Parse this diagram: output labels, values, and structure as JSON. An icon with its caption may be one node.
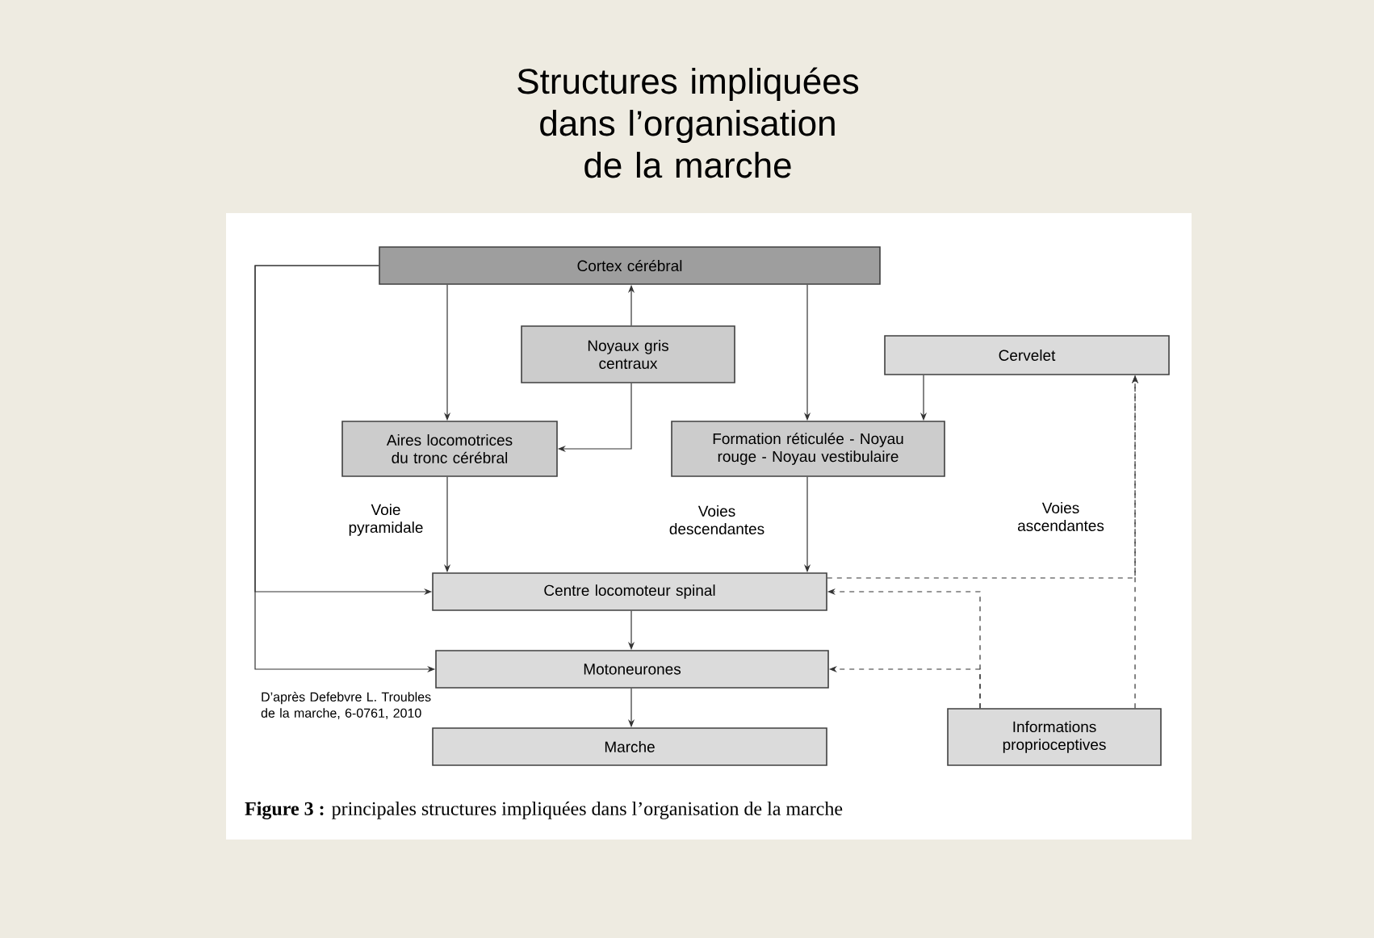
{
  "diagram": {
    "title": "Structures impliquées dans l’organisation de la marche",
    "caption": "**Figure 3 :** principales structures impliquées dans l’organisation de la marche",
    "nodes": [
      {
        "text": [
          "Cortex cérébral"
        ]
      },
      {
        "text": [
          "Noyaux gris centraux"
        ]
      },
      {
        "text": [
          "Cervelet"
        ]
      },
      {
        "text": [
          "Aires locomotrices du tronc cérébral"
        ]
      },
      {
        "text": [
          "Formation réticulée - Noyau rouge - Noyau vestibulaire"
        ]
      },
      {
        "text": [
          "Centre locomoteur spinal"
        ]
      },
      {
        "text": [
          "Motoneurones"
        ]
      },
      {
        "text": [
          "Marche"
        ]
      },
      {
        "text": [
          "Informations proprioceptives"
        ]
      }
    ],
    "edges": [
      {
        "from": 0,
        "to": 3,
        "arrow": "to"
      },
      {
        "from": 1,
        "to": 0,
        "arrow": "to"
      },
      {
        "from": 1,
        "to": 3,
        "arrow": "to"
      },
      {
        "from": 0,
        "to": 4,
        "arrow": "to"
      },
      {
        "from": 2,
        "to": 4,
        "arrow": "to"
      },
      {
        "from": 3,
        "to": 5,
        "arrow": "to",
        "label": "Voie pyramidale"
      },
      {
        "from": 4,
        "to": 5,
        "arrow": "to",
        "label": "Voies descendantes"
      },
      {
        "from": 0,
        "to": 5,
        "arrow": "to"
      },
      {
        "from": 0,
        "to": 6,
        "arrow": "to"
      },
      {
        "from": 5,
        "to": 6,
        "arrow": "to"
      },
      {
        "from": 6,
        "to": 7,
        "arrow": "to"
      },
      {
        "from": 8,
        "to": 5,
        "arrow": "to",
        "style": "dashed"
      },
      {
        "from": 8,
        "to": 6,
        "arrow": "to",
        "style": "dashed"
      },
      {
        "from": 8,
        "to": 2,
        "arrow": "to",
        "style": "dashed",
        "label": "Voies ascendantes"
      },
      {
        "from": 5,
        "to": 2,
        "arrow": "to",
        "style": "dashed"
      }
    ],
    "labels": [
      "D’après Defebvre L. Troubles de la marche, 6-0761, 2010"
    ]
  }
}
